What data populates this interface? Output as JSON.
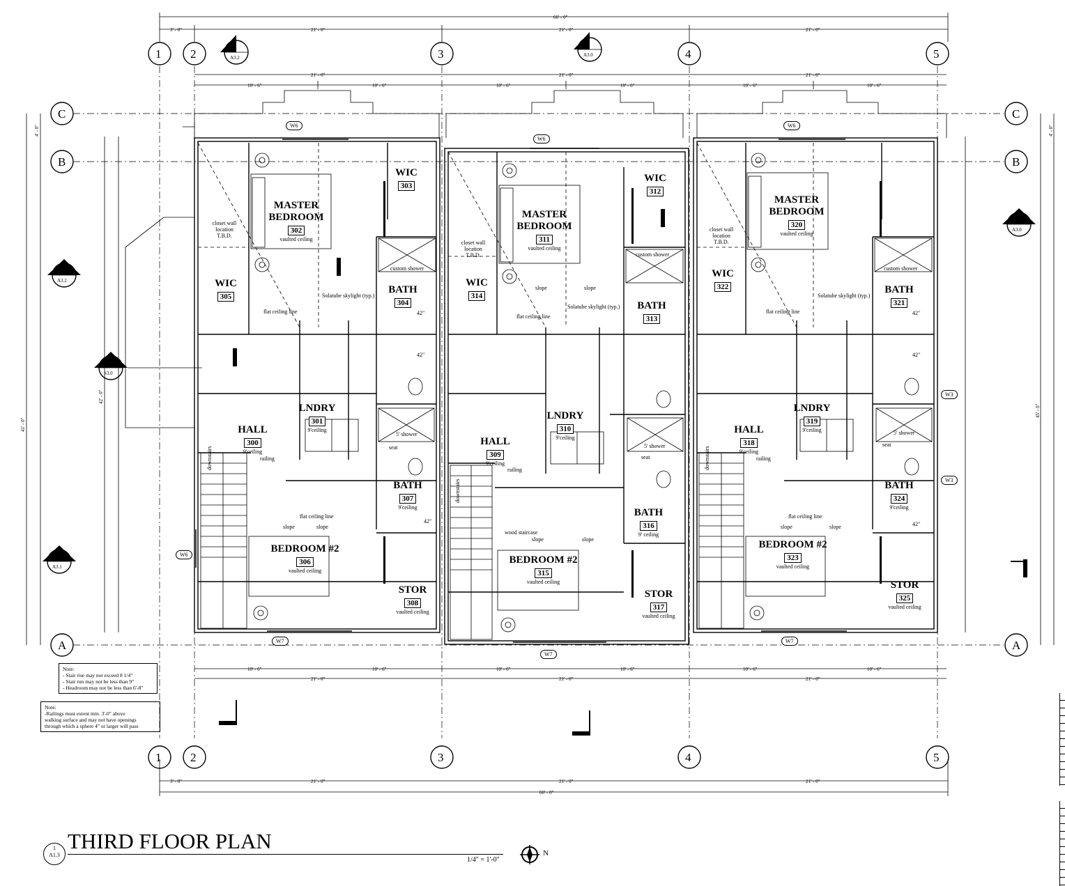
{
  "title": "THIRD FLOOR PLAN",
  "scale": "1/4\" = 1'-0\"",
  "north": "N",
  "sheet_ref": {
    "num": "1",
    "sheet": "A1.3"
  },
  "grid": {
    "cols": [
      "1",
      "2",
      "3",
      "4",
      "5"
    ],
    "rows": [
      "C",
      "B",
      "A"
    ]
  },
  "dims": {
    "overall": "66' - 0\"",
    "c1": "3' - 0\"",
    "c2": "21' - 0\"",
    "c3": "21' - 0\"",
    "c4": "21' - 0\"",
    "half": "10' - 6\"",
    "h45": "45' - 0\"",
    "h41": "41' - 0\"",
    "h42": "42' - 0\"",
    "h4": "4' - 0\""
  },
  "section_marks": [
    {
      "num": "1",
      "sheet": "A3.2"
    },
    {
      "num": "1",
      "sheet": "A3.0"
    },
    {
      "num": "2",
      "sheet": "A3.2"
    },
    {
      "num": "3",
      "sheet": "S3.0"
    },
    {
      "num": "1",
      "sheet": "A3.1"
    },
    {
      "num": "2",
      "sheet": "A3.0"
    }
  ],
  "units": [
    {
      "master": {
        "name": "MASTER",
        "name2": "BEDROOM",
        "num": "302",
        "note": "vaulted ceiling"
      },
      "wic1": {
        "name": "WIC",
        "num": "303"
      },
      "wic2": {
        "name": "WIC",
        "num": "305"
      },
      "bath1": {
        "name": "BATH",
        "num": "304"
      },
      "laundry": {
        "name": "LNDRY",
        "num": "301",
        "note": "9'ceiling"
      },
      "hall": {
        "name": "HALL",
        "num": "300",
        "note": "9'ceiling"
      },
      "bath2": {
        "name": "BATH",
        "num": "307",
        "note": "9'ceiling"
      },
      "bed2": {
        "name": "BEDROOM #2",
        "num": "306",
        "note": "vaulted ceiling"
      },
      "stor": {
        "name": "STOR",
        "num": "308",
        "note": "vaulted ceiling"
      }
    },
    {
      "master": {
        "name": "MASTER",
        "name2": "BEDROOM",
        "num": "311",
        "note": "vaulted ceiling"
      },
      "wic1": {
        "name": "WIC",
        "num": "312"
      },
      "wic2": {
        "name": "WIC",
        "num": "314"
      },
      "bath1": {
        "name": "BATH",
        "num": "313"
      },
      "laundry": {
        "name": "LNDRY",
        "num": "310",
        "note": "9'ceiling"
      },
      "hall": {
        "name": "HALL",
        "num": "309",
        "note": "9'ceiling"
      },
      "bath2": {
        "name": "BATH",
        "num": "316",
        "note": "9' ceiling"
      },
      "bed2": {
        "name": "BEDROOM #2",
        "num": "315",
        "note": "vaulted ceiling"
      },
      "stor": {
        "name": "STOR",
        "num": "317",
        "note": "vaulted ceiling"
      }
    },
    {
      "master": {
        "name": "MASTER",
        "name2": "BEDROOM",
        "num": "320",
        "note": "vaulted ceiling"
      },
      "wic1": {
        "name": "WIC",
        "num": "322"
      },
      "wic2": {
        "name": "BATH",
        "num": "321"
      },
      "bath1": {
        "name": "LNDRY",
        "num": "319",
        "note": "9'ceiling"
      },
      "laundry": {
        "name": "HALL",
        "num": "318",
        "note": "9'ceiling"
      },
      "hall": {
        "name": "BATH",
        "num": "324",
        "note": "9'ceiling"
      },
      "bath2": {
        "name": "BEDROOM #2",
        "num": "323",
        "note": "vaulted ceiling"
      },
      "bed2": {
        "name": "STOR",
        "num": "325",
        "note": "vaulted ceiling"
      }
    }
  ],
  "annotations": {
    "closet": [
      "closet wall",
      "location",
      "T.B.D."
    ],
    "solatube": "Solatube skylight (typ.)",
    "flat_ceiling": "flat ceiling line",
    "custom_shower": "custom shower",
    "shower5": "5' shower",
    "seat": "seat",
    "railing": "railing",
    "downstairs": "downstairs",
    "wood_staircase": "wood staircase",
    "slope": "slope",
    "flat_ceiling_short": "flat ceiling line",
    "d42": "42\""
  },
  "windows": [
    "W6",
    "W7",
    "W3"
  ],
  "notes": [
    {
      "head": "Note:",
      "lines": [
        "- Stair rise may not exceed 8 1/4\"",
        "- Stair run may not be less than 9\"",
        "- Headroom may not be less than 6'-8\""
      ]
    },
    {
      "head": "Note:",
      "lines": [
        "-Railings must extent min. 3'-0\" above",
        "walking surface and may not have openings",
        "through which a sphere 4\" or larger will pass"
      ]
    }
  ]
}
